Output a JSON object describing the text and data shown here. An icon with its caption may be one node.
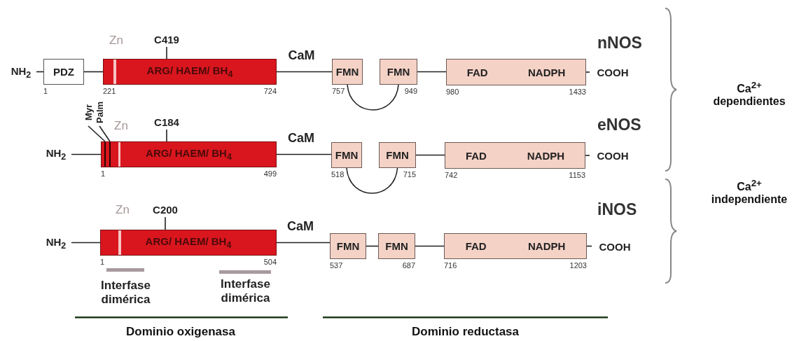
{
  "diagram": {
    "nodes": [
      {
        "text": [
          "NH$_{2}$"
        ]
      },
      {
        "text": [
          "PDZ"
        ],
        "beside": [
          "1"
        ]
      },
      {
        "text": [
          "C419"
        ]
      },
      {
        "text": [
          "ARG/ HAEM/ BH$_{4}$"
        ],
        "beside": [
          "221",
          "724"
        ]
      },
      {
        "text": [
          "FMN"
        ],
        "beside": [
          "757"
        ]
      },
      {
        "text": [
          "FMN"
        ],
        "beside": [
          "949"
        ]
      },
      {
        "text": [
          "FAD",
          "NADPH"
        ],
        "beside": [
          "980",
          "1433"
        ]
      },
      {
        "text": [
          "COOH"
        ]
      },
      {
        "text": [
          "Myr"
        ]
      },
      {
        "text": [
          "Palm"
        ]
      },
      {
        "text": [
          "C184"
        ]
      },
      {
        "text": [
          "NH$_{2}$"
        ]
      },
      {
        "text": [
          "ARG/ HAEM/ BH$_{4}$"
        ],
        "beside": [
          "1",
          "499"
        ]
      },
      {
        "text": [
          "FMN"
        ],
        "beside": [
          "518"
        ]
      },
      {
        "text": [
          "FMN"
        ],
        "beside": [
          "715"
        ]
      },
      {
        "text": [
          "FAD",
          "NADPH"
        ],
        "beside": [
          "742",
          "1153"
        ]
      },
      {
        "text": [
          "COOH"
        ]
      },
      {
        "text": [
          "C200"
        ]
      },
      {
        "text": [
          "NH$_{2}$"
        ]
      },
      {
        "text": [
          "ARG/ HAEM/ BH$_{4}$"
        ],
        "beside": [
          "1",
          "504"
        ]
      },
      {
        "text": [
          "FMN"
        ],
        "beside": [
          "537"
        ]
      },
      {
        "text": [
          "FMN"
        ],
        "beside": [
          "687"
        ]
      },
      {
        "text": [
          "FAD",
          "NADPH"
        ],
        "beside": [
          "716",
          "1203"
        ]
      },
      {
        "text": [
          "COOH"
        ]
      }
    ],
    "edges": [
      {
        "from": 0,
        "to": 1,
        "arrow": "none"
      },
      {
        "from": 1,
        "to": 3,
        "arrow": "none"
      },
      {
        "from": 2,
        "to": 3,
        "arrow": "none"
      },
      {
        "from": 3,
        "to": 4,
        "arrow": "none",
        "label": "CaM"
      },
      {
        "from": 4,
        "to": 5,
        "arrow": "none"
      },
      {
        "from": 5,
        "to": 6,
        "arrow": "none"
      },
      {
        "from": 6,
        "to": 7,
        "arrow": "none"
      },
      {
        "from": 8,
        "to": 12,
        "arrow": "none"
      },
      {
        "from": 9,
        "to": 12,
        "arrow": "none"
      },
      {
        "from": 10,
        "to": 12,
        "arrow": "none"
      },
      {
        "from": 11,
        "to": 12,
        "arrow": "none"
      },
      {
        "from": 12,
        "to": 13,
        "arrow": "none",
        "label": "CaM"
      },
      {
        "from": 13,
        "to": 14,
        "arrow": "none"
      },
      {
        "from": 14,
        "to": 15,
        "arrow": "none"
      },
      {
        "from": 15,
        "to": 16,
        "arrow": "none"
      },
      {
        "from": 17,
        "to": 19,
        "arrow": "none"
      },
      {
        "from": 18,
        "to": 19,
        "arrow": "none"
      },
      {
        "from": 19,
        "to": 20,
        "arrow": "none",
        "label": "CaM"
      },
      {
        "from": 20,
        "to": 21,
        "arrow": "none"
      },
      {
        "from": 21,
        "to": 22,
        "arrow": "none"
      },
      {
        "from": 22,
        "to": 23,
        "arrow": "none"
      }
    ],
    "labels": [
      "Zn",
      "nNOS",
      "Zn",
      "eNOS",
      "Zn",
      "iNOS",
      "Ca$^{2+}$ dependientes",
      "Ca$^{2+}$ independiente",
      "Interfase dimérica",
      "Interfase dimérica",
      "Dominio oxigenasa",
      "Dominio reductasa"
    ]
  }
}
